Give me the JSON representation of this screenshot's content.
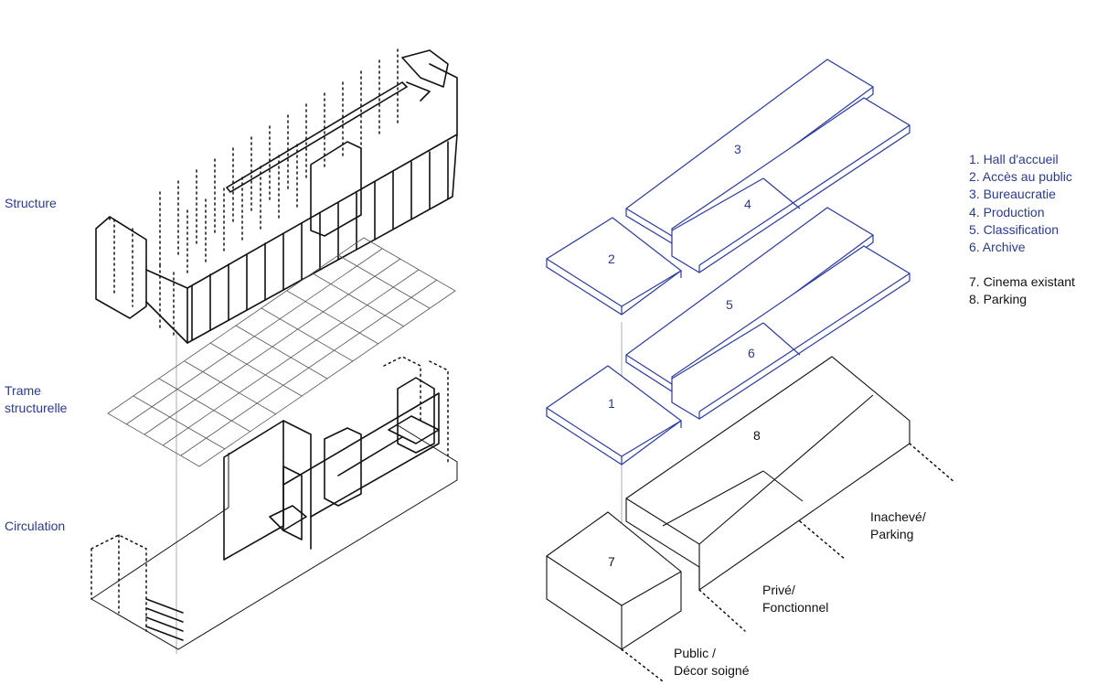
{
  "left_labels": {
    "structure": "Structure",
    "trame_line1": "Trame",
    "trame_line2": "structurelle",
    "circulation": "Circulation"
  },
  "volumes": {
    "v1": "1",
    "v2": "2",
    "v3": "3",
    "v4": "4",
    "v5": "5",
    "v6": "6",
    "v7": "7",
    "v8": "8"
  },
  "legend": {
    "blue_items": [
      "1. Hall d'accueil",
      "2. Accès au public",
      "3. Bureaucratie",
      "4. Production",
      "5. Classification",
      "6. Archive"
    ],
    "black_items": [
      "7. Cinema existant",
      "8. Parking"
    ]
  },
  "zones": {
    "inacheve_1": "Inachevé/",
    "inacheve_2": "Parking",
    "prive_1": "Privé/",
    "prive_2": "Fonctionnel",
    "public_1": "Public /",
    "public_2": "Décor soigné"
  },
  "colors": {
    "accent_blue": "#2b3a8f",
    "ink": "#111111"
  },
  "icons": [
    "structure-sketch",
    "structural-grid",
    "circulation-sketch"
  ]
}
